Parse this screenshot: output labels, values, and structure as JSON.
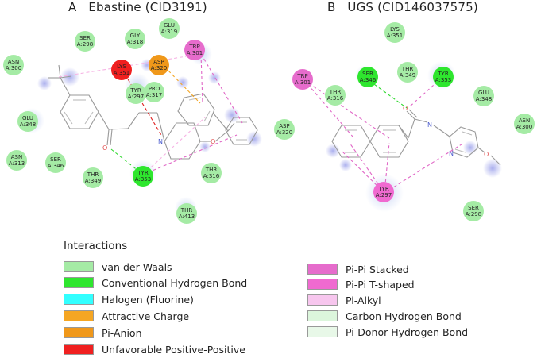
{
  "panels": [
    {
      "letter": "A",
      "title": "Ebastine (CID3191)"
    },
    {
      "letter": "B",
      "title": "UGS (CID146037575)"
    }
  ],
  "colors": {
    "vdw": "#a5eba5",
    "hbond": "#2ee62e",
    "halogen": "#32ffff",
    "attractive": "#f5a623",
    "pi_anion": "#f0981a",
    "unfavorable": "#f02020",
    "pi_pi_stacked": "#e66ccc",
    "pi_pi_tshaped": "#f06ad0",
    "pi_alkyl": "#f7c6ee",
    "carbon_hbond": "#dcf6dc",
    "pi_donor_hbond": "#e8f8e8"
  },
  "residues_A": [
    {
      "id": "ser298",
      "l1": "SER",
      "l2": "A:298",
      "type": "vdw"
    },
    {
      "id": "gly318",
      "l1": "GLY",
      "l2": "A:318",
      "type": "vdw"
    },
    {
      "id": "glu319",
      "l1": "GLU",
      "l2": "A:319",
      "type": "vdw"
    },
    {
      "id": "asn300",
      "l1": "ASN",
      "l2": "A:300",
      "type": "vdw"
    },
    {
      "id": "trp301",
      "l1": "TRP",
      "l2": "A:301",
      "type": "pi_pi_stacked"
    },
    {
      "id": "lys351",
      "l1": "LYS",
      "l2": "A:351",
      "type": "unfavorable"
    },
    {
      "id": "asp320a",
      "l1": "ASP",
      "l2": "A:320",
      "type": "pi_anion"
    },
    {
      "id": "tyr297",
      "l1": "TYR",
      "l2": "A:297",
      "type": "vdw"
    },
    {
      "id": "pro317",
      "l1": "PRO",
      "l2": "A:317",
      "type": "vdw"
    },
    {
      "id": "glu348",
      "l1": "GLU",
      "l2": "A:348",
      "type": "vdw"
    },
    {
      "id": "asp320b",
      "l1": "ASP",
      "l2": "A:320",
      "type": "vdw"
    },
    {
      "id": "asn313",
      "l1": "ASN",
      "l2": "A:313",
      "type": "vdw"
    },
    {
      "id": "ser346",
      "l1": "SER",
      "l2": "A:346",
      "type": "vdw"
    },
    {
      "id": "thr349",
      "l1": "THR",
      "l2": "A:349",
      "type": "vdw"
    },
    {
      "id": "tyr353",
      "l1": "TYR",
      "l2": "A:353",
      "type": "hbond"
    },
    {
      "id": "thr316",
      "l1": "THR",
      "l2": "A:316",
      "type": "vdw"
    },
    {
      "id": "thr413",
      "l1": "THR",
      "l2": "A:413",
      "type": "vdw"
    }
  ],
  "residues_B": [
    {
      "id": "lys351",
      "l1": "LYS",
      "l2": "A:351",
      "type": "vdw"
    },
    {
      "id": "trp301",
      "l1": "TRP",
      "l2": "A:301",
      "type": "pi_pi_stacked"
    },
    {
      "id": "ser346",
      "l1": "SER",
      "l2": "A:346",
      "type": "hbond"
    },
    {
      "id": "thr349",
      "l1": "THR",
      "l2": "A:349",
      "type": "vdw"
    },
    {
      "id": "tyr353",
      "l1": "TYR",
      "l2": "A:353",
      "type": "hbond"
    },
    {
      "id": "thr316",
      "l1": "THR",
      "l2": "A:316",
      "type": "vdw"
    },
    {
      "id": "glu348",
      "l1": "GLU",
      "l2": "A:348",
      "type": "vdw"
    },
    {
      "id": "asn300",
      "l1": "ASN",
      "l2": "A:300",
      "type": "vdw"
    },
    {
      "id": "tyr297",
      "l1": "TYR",
      "l2": "A:297",
      "type": "pi_pi_tshaped"
    },
    {
      "id": "ser298",
      "l1": "SER",
      "l2": "A:298",
      "type": "vdw"
    }
  ],
  "atom_labels": {
    "oxygen": "O",
    "nitrogen": "N"
  },
  "legend": {
    "title": "Interactions",
    "items": [
      {
        "label": "van der Waals",
        "key": "vdw"
      },
      {
        "label": "Conventional Hydrogen Bond",
        "key": "hbond"
      },
      {
        "label": "Halogen (Fluorine)",
        "key": "halogen"
      },
      {
        "label": "Attractive Charge",
        "key": "attractive"
      },
      {
        "label": "Pi-Anion",
        "key": "pi_anion"
      },
      {
        "label": "Unfavorable Positive-Positive",
        "key": "unfavorable"
      },
      {
        "label": "Pi-Pi Stacked",
        "key": "pi_pi_stacked"
      },
      {
        "label": "Pi-Pi T-shaped",
        "key": "pi_pi_tshaped"
      },
      {
        "label": "Pi-Alkyl",
        "key": "pi_alkyl"
      },
      {
        "label": "Carbon Hydrogen Bond",
        "key": "carbon_hbond"
      },
      {
        "label": "Pi-Donor Hydrogen Bond",
        "key": "pi_donor_hbond"
      }
    ]
  }
}
